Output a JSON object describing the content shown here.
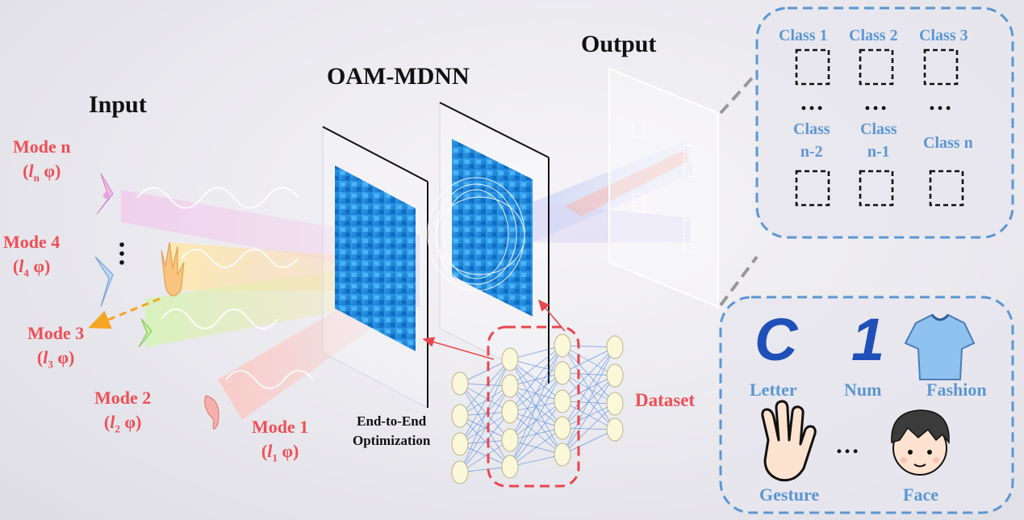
{
  "titles": {
    "input": "Input",
    "network": "OAM-MDNN",
    "output": "Output"
  },
  "modes": [
    {
      "line1": "Mode n",
      "l": "l",
      "sub": "n",
      "phi": " φ)"
    },
    {
      "line1": "Mode 4",
      "l": "l",
      "sub": "4",
      "phi": " φ)"
    },
    {
      "line1": "Mode 3",
      "l": "l",
      "sub": "3",
      "phi": " φ)"
    },
    {
      "line1": "Mode 2",
      "l": "l",
      "sub": "2",
      "phi": " φ)"
    },
    {
      "line1": "Mode 1",
      "l": "l",
      "sub": "1",
      "phi": " φ)"
    }
  ],
  "optimization": {
    "line1": "End-to-End",
    "line2": "Optimization"
  },
  "dataset": "Dataset",
  "classes": {
    "top": [
      "Class 1",
      "Class 2",
      "Class 3"
    ],
    "bottom": [
      {
        "line1": "Class",
        "line2": "n-2"
      },
      {
        "line1": "Class",
        "line2": "n-1"
      },
      {
        "line1": "Class n",
        "line2": ""
      }
    ],
    "ellipsis": "…"
  },
  "examples": {
    "letter_glyph": "C",
    "num_glyph": "1",
    "letter": "Letter",
    "num": "Num",
    "fashion": "Fashion",
    "gesture": "Gesture",
    "face": "Face",
    "ellipsis": "…"
  },
  "colors": {
    "mode_red": "#ee4f55",
    "class_blue": "#5b97d3",
    "layer_blue": "#1a8de0",
    "dash_red": "#e8474d",
    "arrow_orange": "#f5a623"
  }
}
